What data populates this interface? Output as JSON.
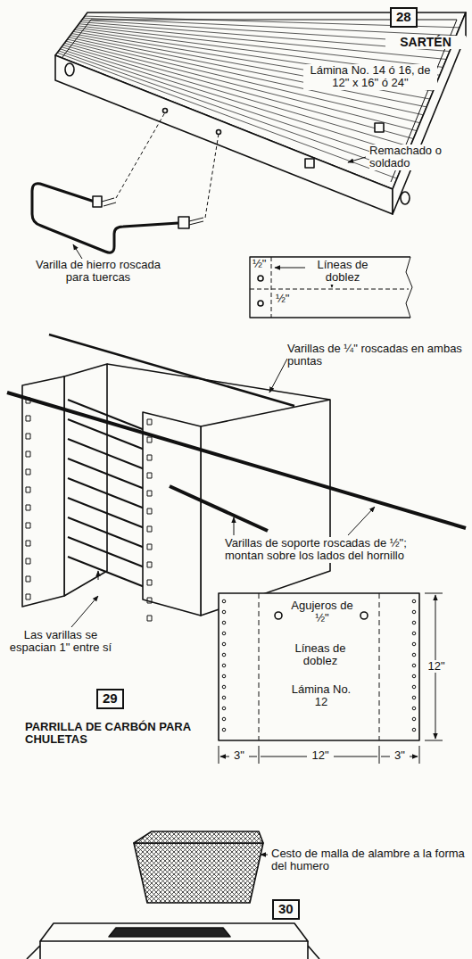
{
  "diagram": {
    "nodes": [
      {
        "text": [
          "28"
        ]
      },
      {
        "text": [
          "29"
        ]
      },
      {
        "text": [
          "30"
        ]
      }
    ],
    "labels": [
      "SARTÉN",
      "Lámina No. 14 ó 16, de 12\" x 16\" ó 24\"",
      "Remachado o soldado",
      "Varilla de hierro roscada para tuercas",
      "½\"",
      "Líneas de doblez",
      "½\"",
      "Varillas de ¼\" roscadas en ambas puntas",
      "Varillas de soporte roscadas de ½\"; montan sobre los lados del hornillo",
      "Agujeros de ½\"",
      "Líneas de doblez",
      "Lámina No. 12",
      "12\"",
      "3\"",
      "12\"",
      "3\"",
      "Las varillas se espacian 1\" entre sí",
      "PARRILLA DE CARBÓN PARA CHULETAS",
      "Cesto de malla de alambre a la forma del humero"
    ]
  }
}
